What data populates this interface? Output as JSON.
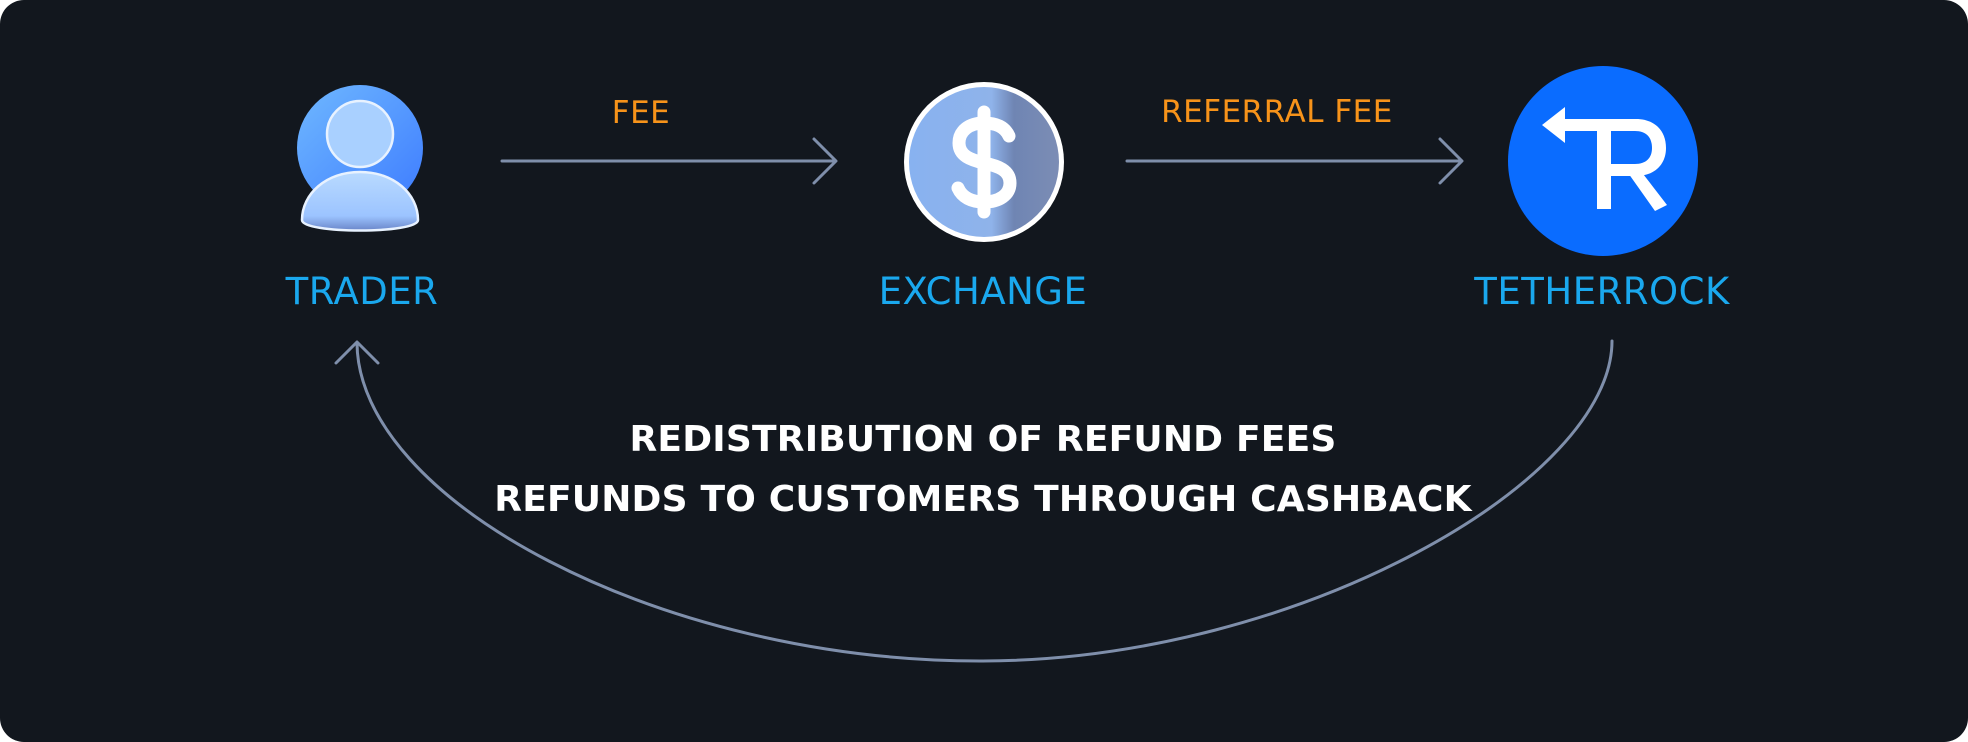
{
  "diagram": {
    "nodes": [
      {
        "id": "trader",
        "label": "TRADER",
        "icon": "user-icon"
      },
      {
        "id": "exchange",
        "label": "EXCHANGE",
        "icon": "dollar-coin-icon"
      },
      {
        "id": "tetherrock",
        "label": "TETHERROCK",
        "icon": "tetherrock-logo"
      }
    ],
    "edges": [
      {
        "from": "trader",
        "to": "exchange",
        "label": "FEE"
      },
      {
        "from": "exchange",
        "to": "tetherrock",
        "label": "REFERRAL FEE"
      },
      {
        "from": "tetherrock",
        "to": "trader",
        "label": ""
      }
    ],
    "caption": {
      "line1": "REDISTRIBUTION OF REFUND FEES",
      "line2": "REFUNDS TO CUSTOMERS THROUGH CASHBACK"
    }
  },
  "colors": {
    "background": "#12171e",
    "node_label": "#1aa8ee",
    "edge_label": "#f7931a",
    "arrow": "#7f8fab",
    "caption": "#ffffff",
    "logo_blue": "#0a6cff"
  }
}
